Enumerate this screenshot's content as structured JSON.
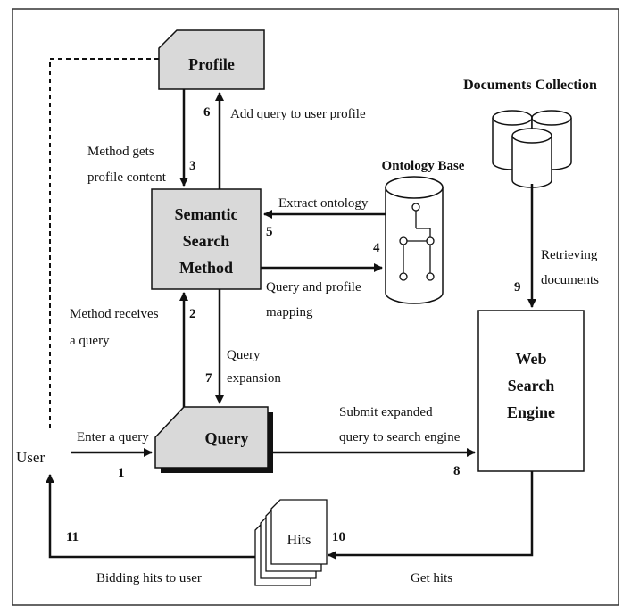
{
  "nodes": {
    "profile": "Profile",
    "semantic_line1": "Semantic",
    "semantic_line2": "Search",
    "semantic_line3": "Method",
    "query": "Query",
    "web_line1": "Web",
    "web_line2": "Search",
    "web_line3": "Engine",
    "hits": "Hits",
    "user": "User",
    "ontology_base": "Ontology Base",
    "documents_collection": "Documents Collection"
  },
  "steps": {
    "s1": "1",
    "s2": "2",
    "s3": "3",
    "s4": "4",
    "s5": "5",
    "s6": "6",
    "s7": "7",
    "s8": "8",
    "s9": "9",
    "s10": "10",
    "s11": "11"
  },
  "edges": {
    "add_query_profile": "Add query to user profile",
    "method_gets_line1": "Method gets",
    "method_gets_line2": "profile content",
    "extract_ontology": "Extract ontology",
    "query_profile_line1": "Query and profile",
    "query_profile_line2": "mapping",
    "method_receives_line1": "Method receives",
    "method_receives_line2": "a query",
    "query_expansion_line1": "Query",
    "query_expansion_line2": "expansion",
    "enter_query": "Enter a query",
    "submit_line1": "Submit expanded",
    "submit_line2": "query to search engine",
    "retrieving_line1": "Retrieving",
    "retrieving_line2": "documents",
    "get_hits": "Get hits",
    "bidding_hits": "Bidding hits to user"
  },
  "colors": {
    "box_fill": "#d9d9d9",
    "stroke": "#111111",
    "background": "#ffffff"
  }
}
